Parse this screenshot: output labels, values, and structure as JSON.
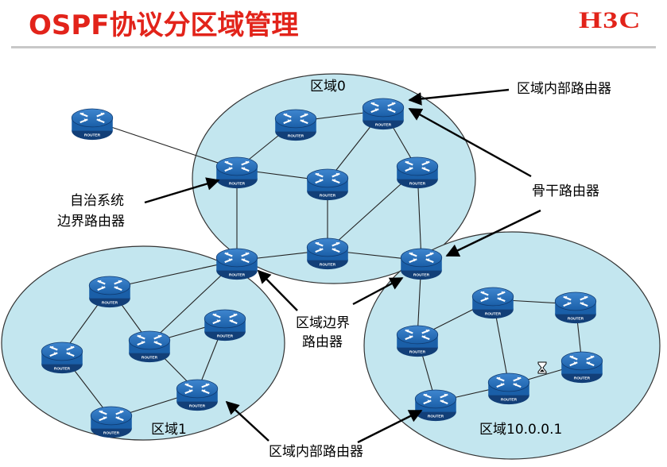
{
  "title": "OSPF协议分区域管理",
  "logo": "H3C",
  "router_caption": "ROUTER",
  "areas": {
    "area0": "区域0",
    "area1": "区域1",
    "area10": "区域10.0.0.1"
  },
  "labels": {
    "internal_router_top": "区域内部路由器",
    "backbone_router": "骨干路由器",
    "asbr_line1": "自治系统",
    "asbr_line2": "边界路由器",
    "abr_line1": "区域边界",
    "abr_line2": "路由器",
    "internal_router_bottom": "区域内部路由器"
  },
  "colors": {
    "title_red": "#e2231a",
    "area_fill": "#c3e6ef",
    "router_blue": "#1a5fa8"
  }
}
